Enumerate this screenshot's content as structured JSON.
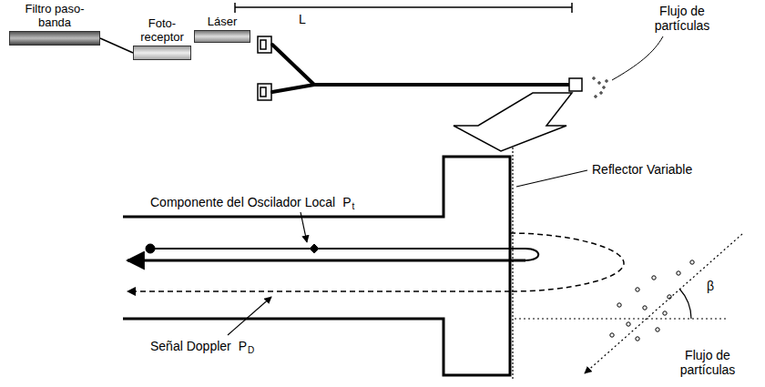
{
  "diagram": {
    "nodes": [
      {
        "text": [
          "Láser"
        ]
      },
      {
        "text": [
          "Filtro paso- banda"
        ]
      },
      {
        "text": [
          "Foto- receptor"
        ]
      }
    ],
    "edges": [
      {
        "from": 1,
        "to": 2,
        "arrow": "none"
      }
    ],
    "labels": [
      "L",
      "Flujo de partículas",
      "Reflector Variable",
      "Componente del Oscilador Local",
      "P",
      "t",
      "Señal Doppler",
      "P",
      "D",
      "β",
      "Flujo de partículas"
    ]
  }
}
